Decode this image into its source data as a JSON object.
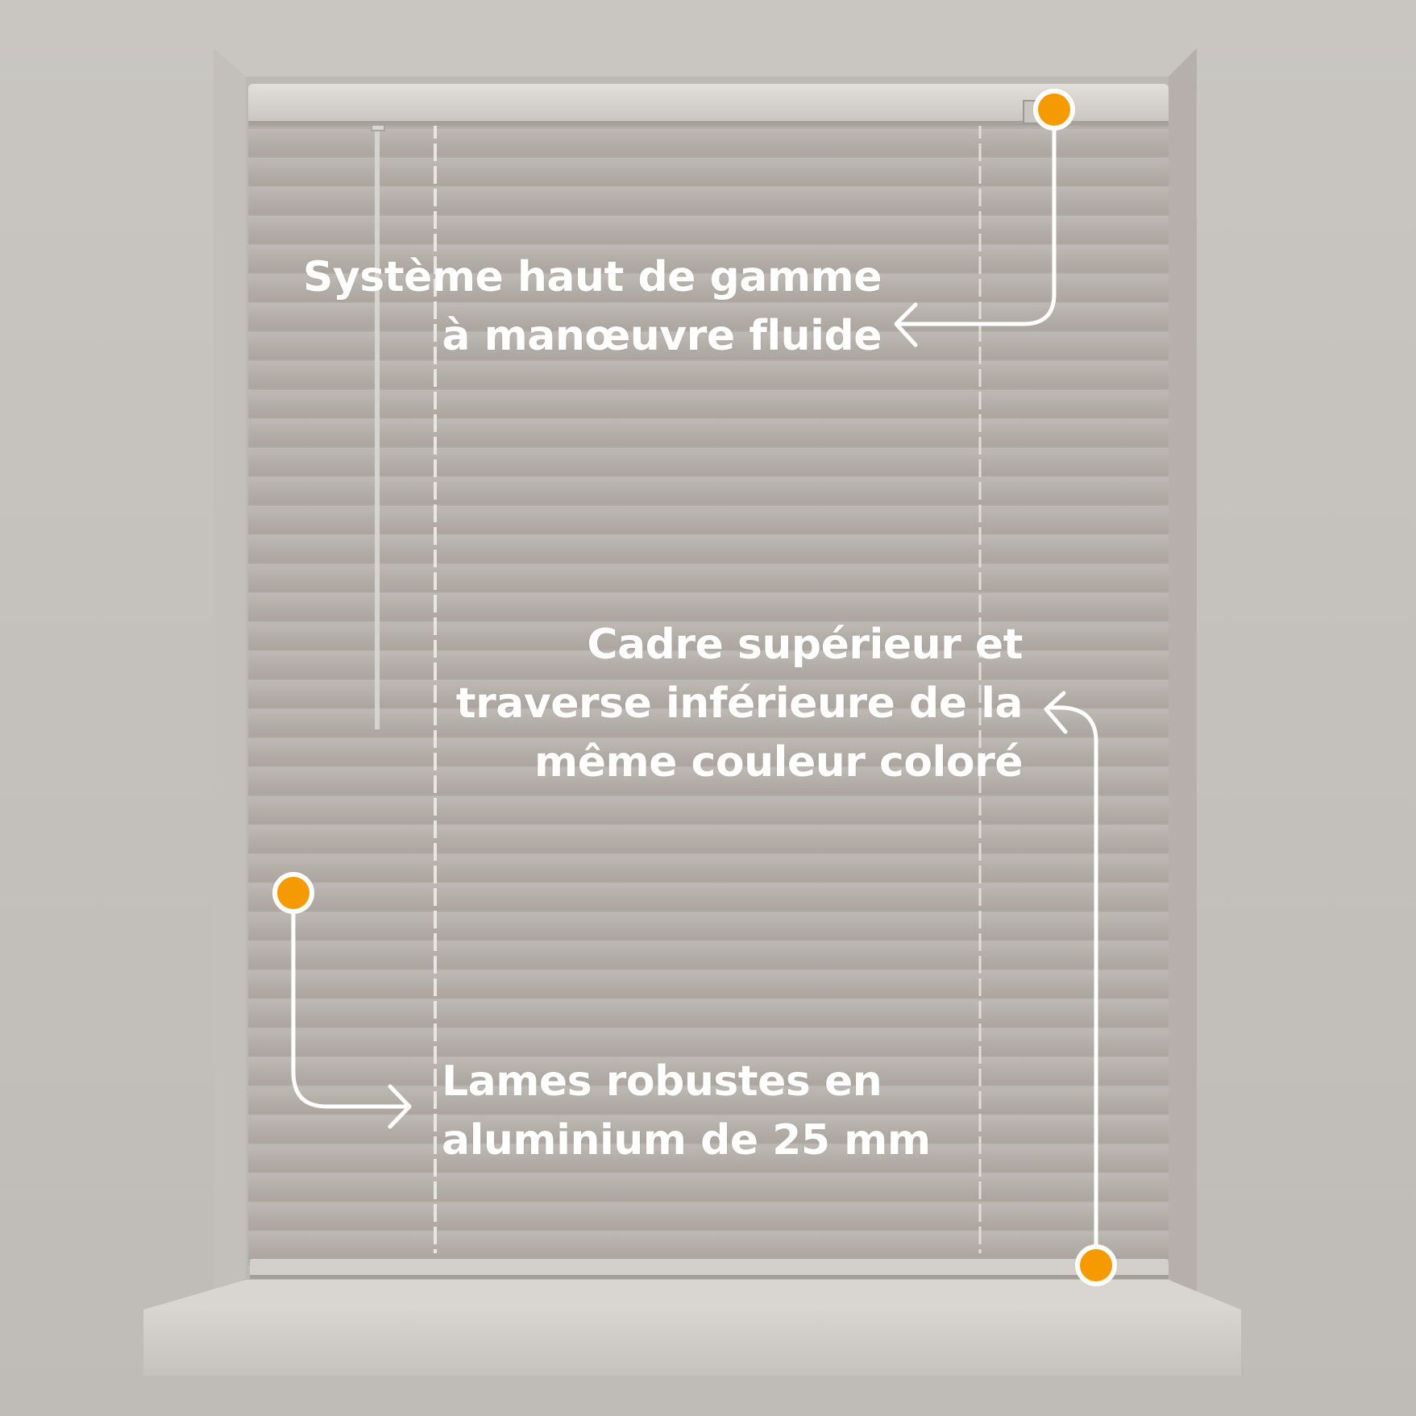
{
  "colors": {
    "wall": "#c6c3bf",
    "recess": "#bdb9b5",
    "blind": "#b5afaa",
    "slat_highlight": "#bcb7b2",
    "slat_shadow": "#aaa39d",
    "headrail": "#d7d4d0",
    "sill": "#cfccc8",
    "marker": "#f59a00",
    "line": "#ffffff"
  },
  "callouts": {
    "mechanism": {
      "line1": "Système haut de gamme",
      "line2": "à manœuvre fluide"
    },
    "frame": {
      "line1": "Cadre supérieur et",
      "line2": "traverse inférieure de la",
      "line3": "même couleur coloré"
    },
    "slats": {
      "line1": "Lames robustes en",
      "line2": "aluminium de 25 mm"
    }
  }
}
